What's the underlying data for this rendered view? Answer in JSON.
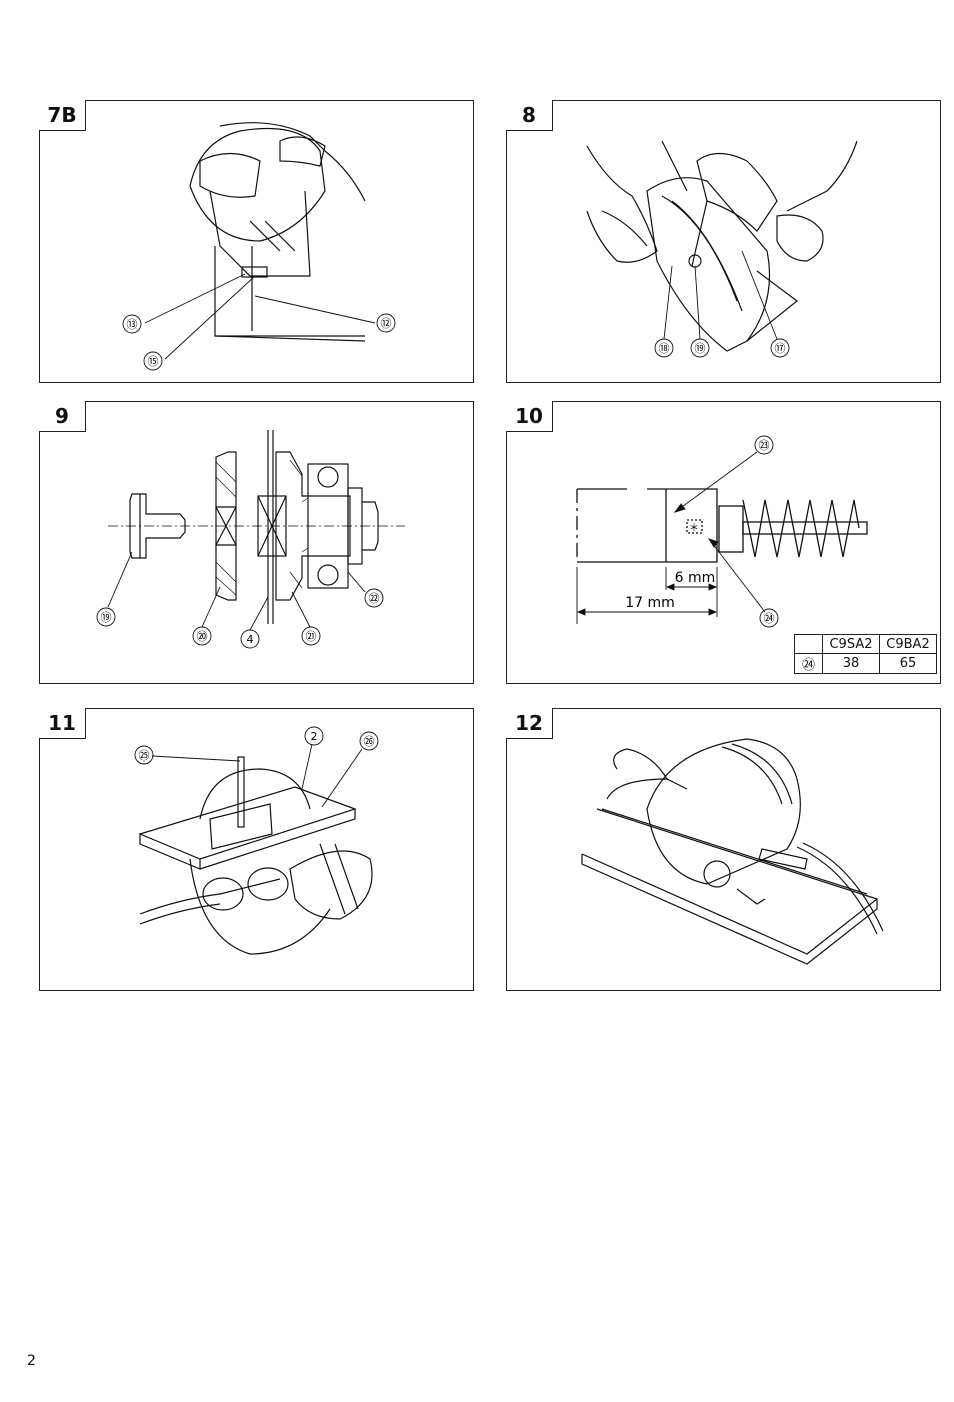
{
  "panels": [
    {
      "id": "7B",
      "callouts": [
        "⑬",
        "⑫",
        "⑮"
      ]
    },
    {
      "id": "8",
      "callouts": [
        "⑱",
        "⑲",
        "⑰"
      ]
    },
    {
      "id": "9",
      "callouts": [
        "⑲",
        "⑳",
        "4",
        "㉑",
        "㉒"
      ]
    },
    {
      "id": "10",
      "callouts": [
        "㉓",
        "㉔"
      ],
      "dims": [
        "6 mm",
        "17 mm"
      ],
      "marker": "＊",
      "table": {
        "headers": [
          "",
          "C9SA2",
          "C9BA2"
        ],
        "rows": [
          [
            "㉔",
            "38",
            "65"
          ]
        ]
      }
    },
    {
      "id": "11",
      "callouts": [
        "㉕",
        "2",
        "㉖"
      ]
    },
    {
      "id": "12",
      "callouts": []
    }
  ],
  "page_number": "2"
}
